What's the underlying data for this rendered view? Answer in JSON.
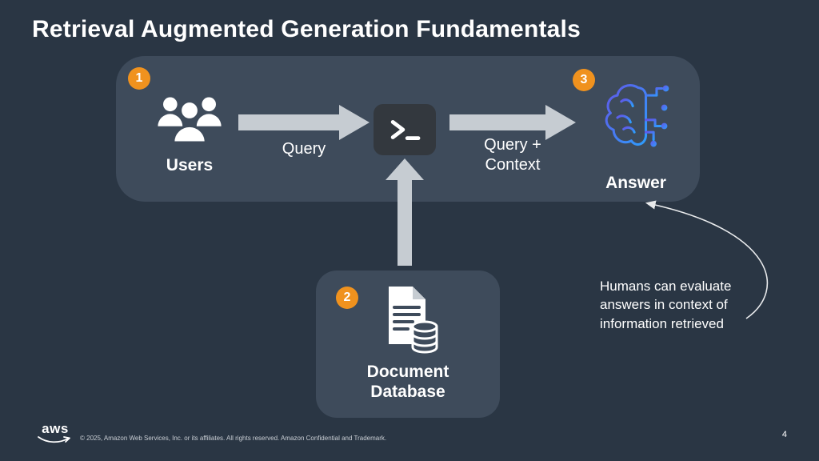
{
  "slide": {
    "title": "Retrieval Augmented Generation Fundamentals",
    "page_number": "4",
    "footer": "© 2025, Amazon Web Services, Inc. or its affiliates. All rights reserved. Amazon Confidential and Trademark.",
    "logo_text": "aws"
  },
  "diagram": {
    "steps": [
      {
        "number": "1",
        "label": "Users"
      },
      {
        "number": "2",
        "label": "Document Database"
      },
      {
        "number": "3",
        "label": "Answer"
      }
    ],
    "arrows": [
      {
        "label": "Query"
      },
      {
        "label": "Query + Context"
      }
    ],
    "annotation": "Humans can evaluate answers in context of information retrieved"
  },
  "icons": {
    "users": "users-icon",
    "terminal": "terminal-prompt-icon",
    "ai_brain": "ai-brain-circuit-icon",
    "document_database": "document-database-icon",
    "aws_logo": "aws-logo",
    "annotation_arrow": "curved-arrow-icon"
  },
  "colors": {
    "background": "#2a3644",
    "panel": "#3e4b5b",
    "badge": "#f0921e",
    "arrow": "#c6ccd2",
    "terminal_bg": "#33383e",
    "brain_gradient_start": "#6157e8",
    "brain_gradient_end": "#2e9dfd"
  }
}
